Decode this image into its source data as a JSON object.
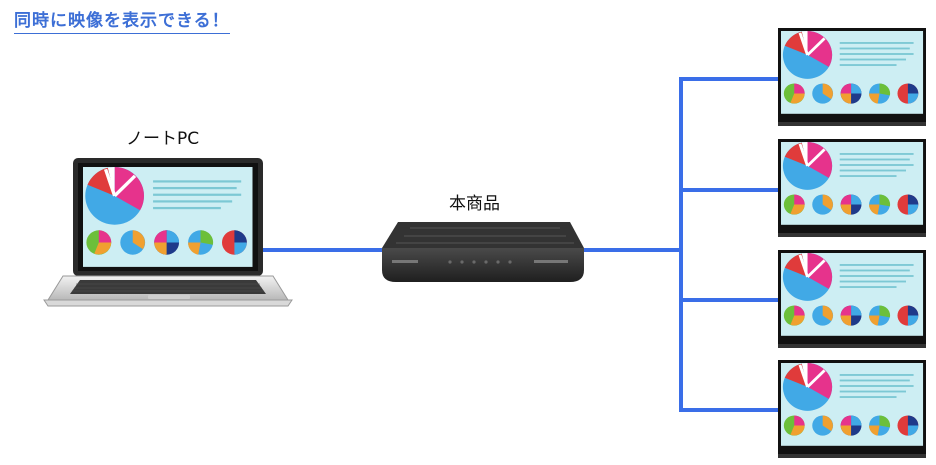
{
  "title": "同時に映像を表示できる！",
  "laptop_label": "ノートPC",
  "hub_label": "本商品",
  "colors": {
    "title": "#3d6fd6",
    "line": "#3a6ee8",
    "pie_blue": "#41a9e6",
    "pie_magenta": "#e6338c",
    "pie_red": "#e03b3b",
    "pie_orange": "#f0a030",
    "pie_green": "#6cbf3a",
    "pie_navy": "#1f3a8a",
    "screen_bg": "#cdeef3",
    "hub_body": "#2b2b2b"
  },
  "monitor_count": 4
}
